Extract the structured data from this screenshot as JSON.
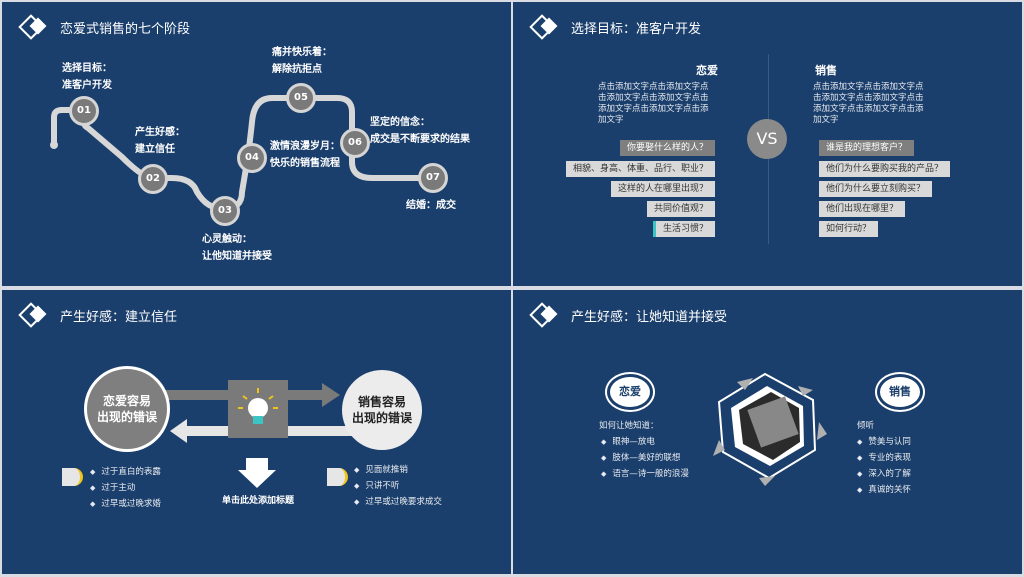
{
  "slide1": {
    "title": "恋爱式销售的七个阶段",
    "stages": [
      {
        "num": "01",
        "title": "选择目标：",
        "sub": "准客户开发"
      },
      {
        "num": "02",
        "title": "产生好感：",
        "sub": "建立信任"
      },
      {
        "num": "03",
        "title": "心灵触动：",
        "sub": "让他知道并接受"
      },
      {
        "num": "04",
        "title": "激情浪漫岁月：",
        "sub": "快乐的销售流程"
      },
      {
        "num": "05",
        "title": "痛并快乐着：",
        "sub": "解除抗拒点"
      },
      {
        "num": "06",
        "title": "坚定的信念：",
        "sub": "成交是不断要求的结果"
      },
      {
        "num": "07",
        "title": "结婚：成交",
        "sub": ""
      }
    ]
  },
  "slide2": {
    "title": "选择目标：准客户开发",
    "left_heading": "恋爱",
    "right_heading": "销售",
    "left_para": "点击添加文字点击添加文字点击添加文字点击添加文字点击添加文字点击添加文字点击添加文字",
    "right_para": "点击添加文字点击添加文字点击添加文字点击添加文字点击添加文字点击添加文字点击添加文字",
    "vs": "VS",
    "left_tags": [
      "你要娶什么样的人？",
      "相貌、身高、体重、品行、职业？",
      "这样的人在哪里出现？",
      "共同价值观？",
      "生活习惯？"
    ],
    "right_tags": [
      "谁是我的理想客户？",
      "他们为什么要购买我的产品？",
      "他们为什么要立刻购买？",
      "他们出现在哪里？",
      "如何行动？"
    ]
  },
  "slide3": {
    "title": "产生好感：建立信任",
    "left_circle": "恋爱容易\n出现的错误",
    "right_circle": "销售容易\n出现的错误",
    "center_label": "单击此处添加标题",
    "left_items": [
      "过于直白的表露",
      "过于主动",
      "过早或过晚求婚"
    ],
    "right_items": [
      "见面就推销",
      "只讲不听",
      "过早或过晚要求成交"
    ]
  },
  "slide4": {
    "title": "产生好感：让她知道并接受",
    "left_bubble": "恋爱",
    "right_bubble": "销售",
    "left_intro": "如何让她知道：",
    "left_items": [
      "眼神—放电",
      "肢体—美好的联想",
      "语言—诗一般的浪漫"
    ],
    "right_items": [
      "倾听",
      "赞美与认同",
      "专业的表现",
      "深入的了解",
      "真诚的关怀"
    ]
  },
  "colors": {
    "bg": "#1b3f6c",
    "gray": "#7a7a7a",
    "light": "#d9d9d9",
    "accent": "#f0c419"
  }
}
